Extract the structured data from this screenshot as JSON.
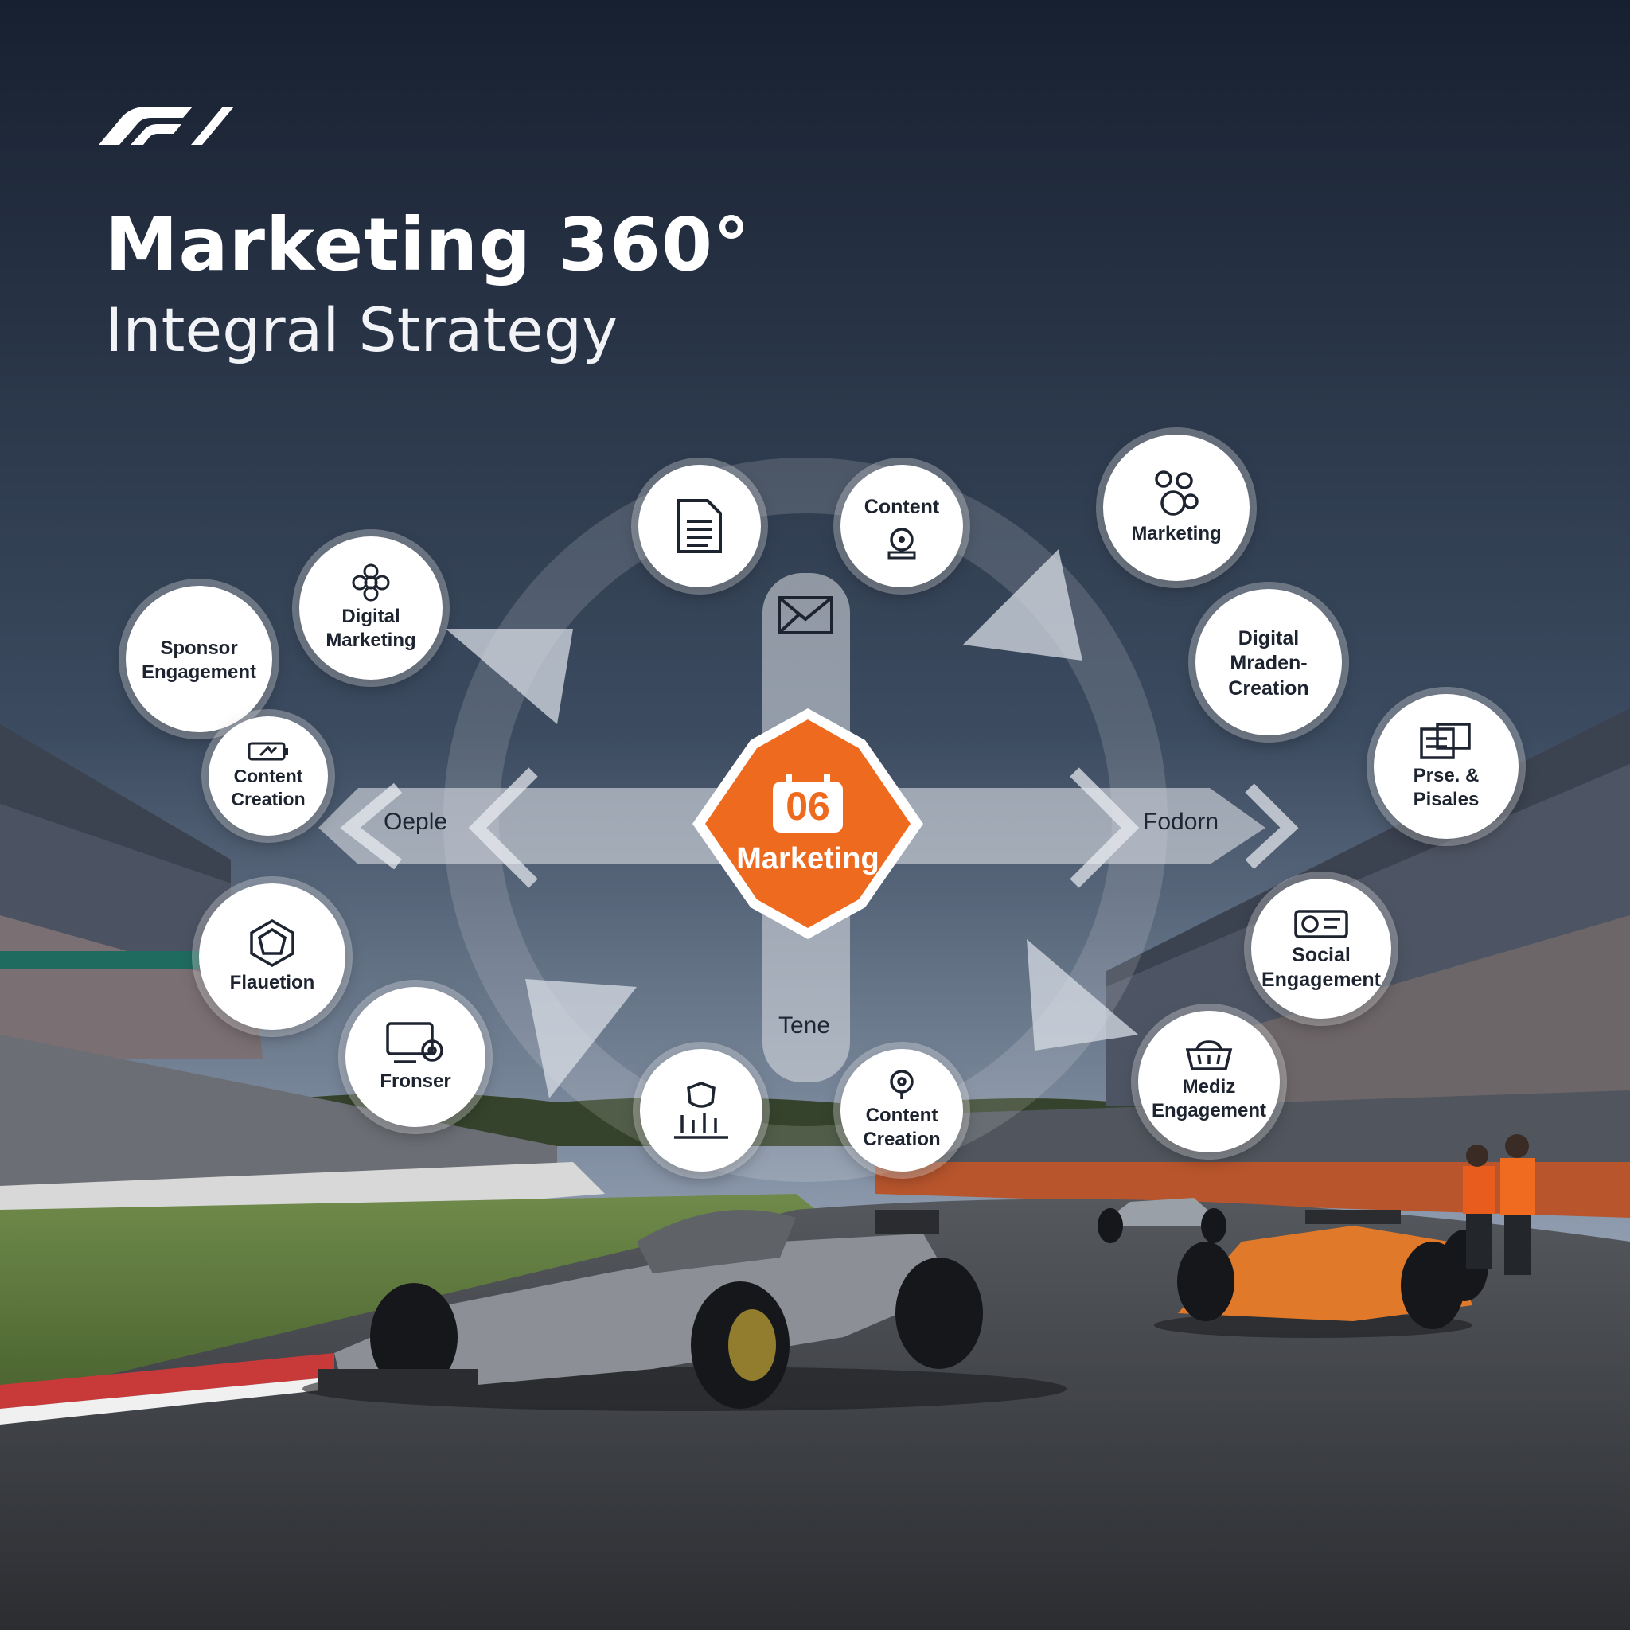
{
  "brand": {
    "logo": "F1"
  },
  "header": {
    "title": "Marketing 360°",
    "subtitle": "Integral Strategy"
  },
  "hub": {
    "number": "06",
    "label": "Marketing",
    "icon": "calendar-icon",
    "color": "#ee6a1f"
  },
  "axis_labels": {
    "left": "Oeple",
    "right": "Fodorn",
    "bottom": "Tene"
  },
  "nodes": [
    {
      "id": "sponsor-engagement",
      "label": "Sponsor Engagement",
      "icon": ""
    },
    {
      "id": "digital-marketing",
      "label": "Digital Marketing",
      "icon": "flower-icon"
    },
    {
      "id": "content-creation-left",
      "label": "Content Creation",
      "icon": "battery-icon"
    },
    {
      "id": "document",
      "label": "",
      "icon": "document-icon"
    },
    {
      "id": "content-top",
      "label": "Content",
      "icon": "webcam-icon"
    },
    {
      "id": "marketing-top-right",
      "label": "Marketing",
      "icon": "people-icon"
    },
    {
      "id": "digital-creation",
      "label": "Digital Mraden- Creation",
      "icon": ""
    },
    {
      "id": "prse-pisales",
      "label": "Prse. & Pisales",
      "icon": "documents-icon"
    },
    {
      "id": "flauetion",
      "label": "Flauetion",
      "icon": "gem-icon"
    },
    {
      "id": "fronser",
      "label": "Fronser",
      "icon": "screen-gear-icon"
    },
    {
      "id": "analytics",
      "label": "",
      "icon": "shield-chart-icon"
    },
    {
      "id": "content-creation-bottom",
      "label": "Content Creation",
      "icon": "target-person-icon"
    },
    {
      "id": "social-engagement",
      "label": "Social Engagement",
      "icon": "camera-icon"
    },
    {
      "id": "media-engagement",
      "label": "Mediz Engagement",
      "icon": "basket-icon"
    }
  ],
  "center_icon": "envelope-icon",
  "colors": {
    "accent": "#ee6a1f",
    "sky": "#1a2331",
    "track": "#3a3d42",
    "grass": "#5c7a3c"
  }
}
